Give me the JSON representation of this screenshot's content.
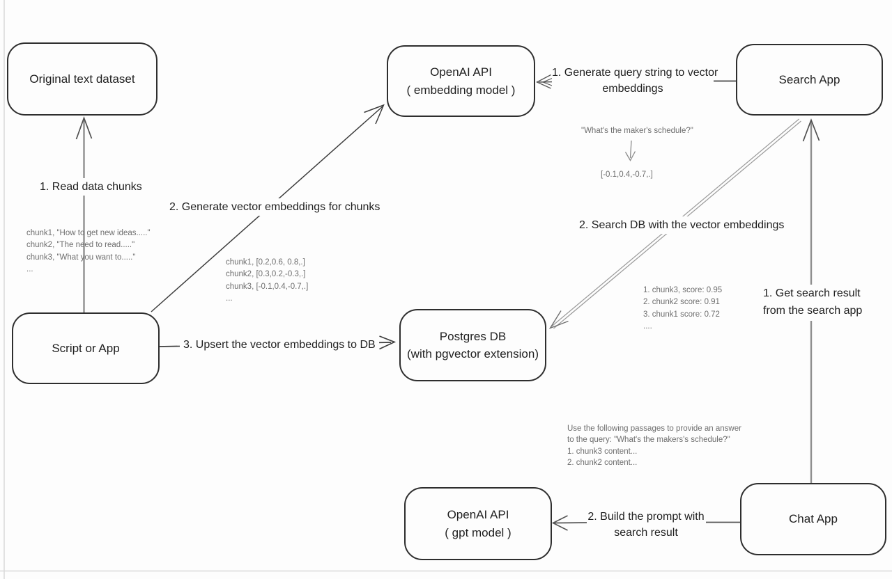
{
  "nodes": {
    "original_dataset": {
      "label": "Original text dataset"
    },
    "openai_embedding": {
      "line1": "OpenAI API",
      "line2": "( embedding model )"
    },
    "search_app": {
      "label": "Search App"
    },
    "script_app": {
      "label": "Script or App"
    },
    "postgres_db": {
      "line1": "Postgres DB",
      "line2": "(with pgvector extension)"
    },
    "openai_gpt": {
      "line1": "OpenAI API",
      "line2": "( gpt model )"
    },
    "chat_app": {
      "label": "Chat App"
    }
  },
  "edges": {
    "read_chunks": {
      "label": "1. Read data chunks"
    },
    "generate_embeddings": {
      "label": "2. Generate vector embeddings for chunks"
    },
    "upsert": {
      "label": "3. Upsert the vector embeddings to DB"
    },
    "query_to_vector": {
      "line1": "1. Generate query string to vector",
      "line2": "embeddings"
    },
    "search_db": {
      "label": "2. Search DB with the vector embeddings"
    },
    "get_result": {
      "line1": "1. Get search result",
      "line2": "from the search app"
    },
    "build_prompt": {
      "line1": "2. Build the prompt with",
      "line2": "search result"
    }
  },
  "annotations": {
    "chunk_samples": [
      "chunk1, \"How to get new ideas.....\"",
      "chunk2, \"The need to read.....\"",
      "chunk3, \"What you want to.....\"",
      "..."
    ],
    "chunk_vectors": [
      "chunk1, [0.2,0.6, 0.8,.]",
      "chunk2, [0.3,0.2,-0.3,.]",
      "chunk3, [-0.1,0.4,-0.7,.]",
      "..."
    ],
    "query_text": "\"What's the maker's schedule?\"",
    "query_vector": "[-0.1,0.4,-0.7,.]",
    "search_scores": [
      "1. chunk3, score: 0.95",
      "2. chunk2 score: 0.91",
      "3. chunk1 score: 0.72",
      "...."
    ],
    "prompt_lines": [
      "Use the following passages to provide an answer",
      "to the query: \"What's the makers's schedule?\"",
      "1. chunk3 content...",
      "2. chunk2 content..."
    ]
  },
  "colors": {
    "ink": "#2e2e2e",
    "gray_text": "#6e6e6e",
    "shaft_gray": "#8f8f8f",
    "line_dark": "#3d3d3d",
    "page_edge": "#d9d9d9"
  }
}
